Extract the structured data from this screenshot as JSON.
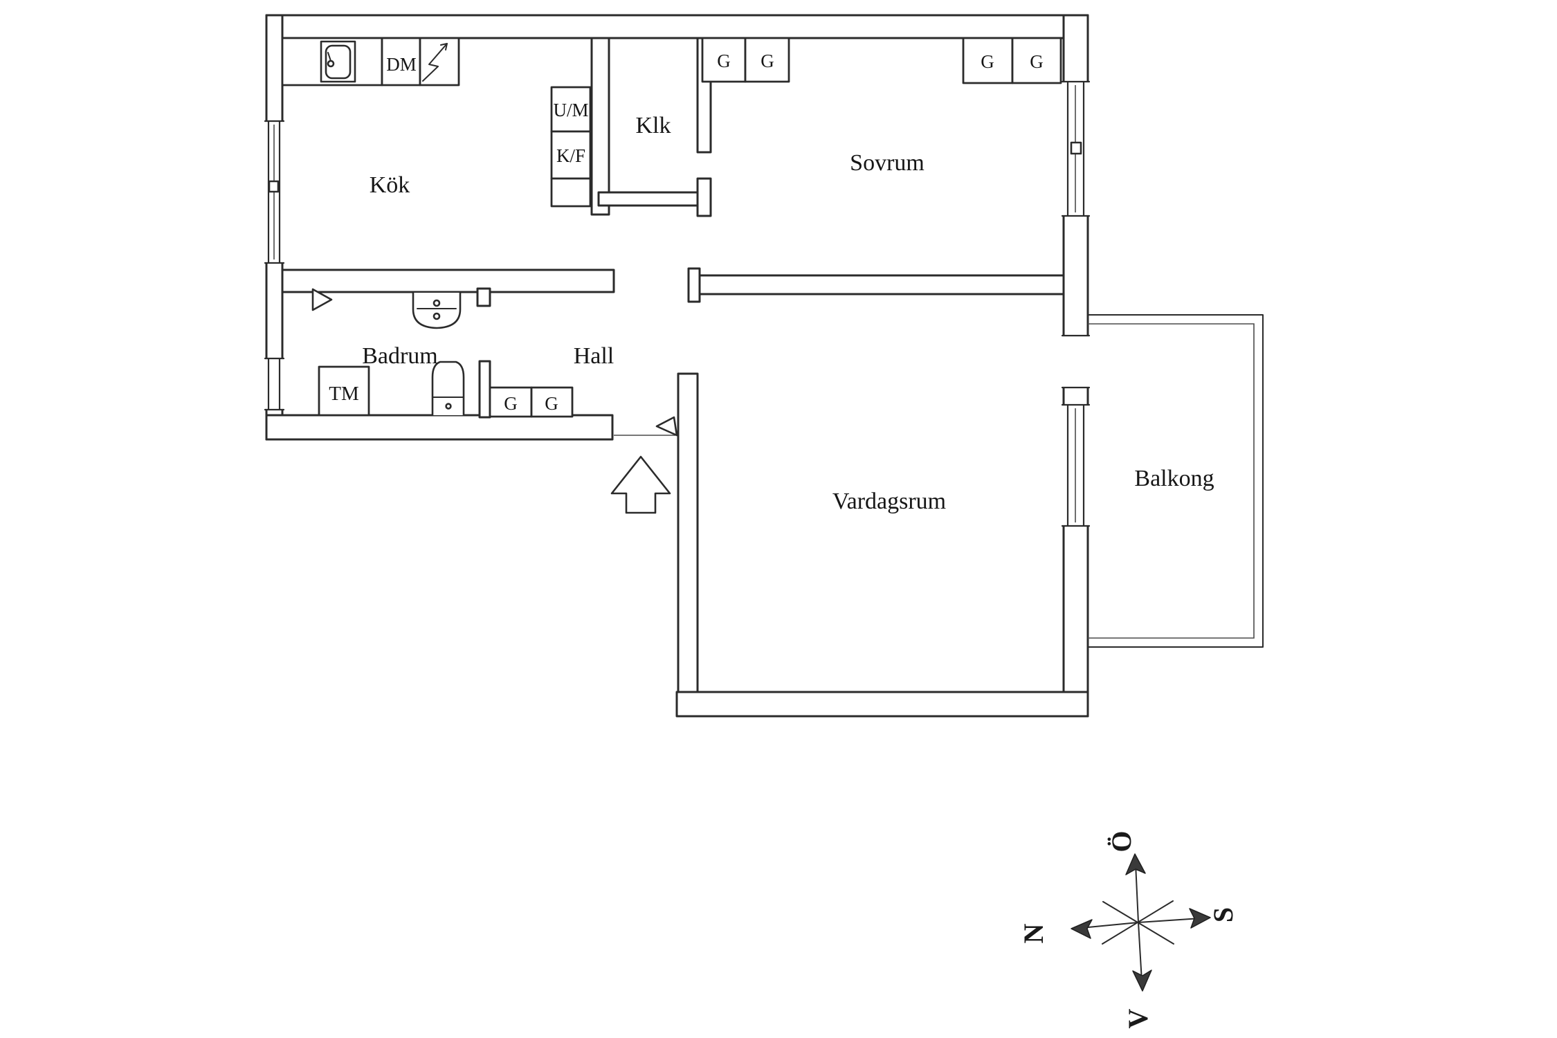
{
  "document": {
    "type_label": "apartment-floor-plan",
    "language": "Swedish"
  },
  "colors": {
    "background": "#ffffff",
    "line": "#2b2b2b",
    "text": "#161616",
    "compass_arrow": "#3a3a3a"
  },
  "rooms": {
    "kitchen": "Kök",
    "closet": "Klk",
    "bedroom": "Sovrum",
    "bathroom": "Badrum",
    "hall": "Hall",
    "living_room": "Vardagsrum",
    "balcony": "Balkong"
  },
  "appliances": {
    "dishwasher": "DM",
    "oven_microwave": "U/M",
    "fridge_freezer": "K/F",
    "washing_machine": "TM"
  },
  "wardrobes": {
    "hall": [
      "G",
      "G"
    ],
    "bedroom_left": [
      "G",
      "G"
    ],
    "bedroom_right": [
      "G",
      "G"
    ]
  },
  "compass": {
    "north": "N",
    "south": "S",
    "east": "Ö",
    "west": "V"
  },
  "icons": [
    "kitchen-sink-icon",
    "stove-lightning-icon",
    "washbasin-icon",
    "toilet-icon",
    "door-swing-icon",
    "entrance-arrow-icon",
    "compass-rose-icon",
    "window-icon"
  ]
}
